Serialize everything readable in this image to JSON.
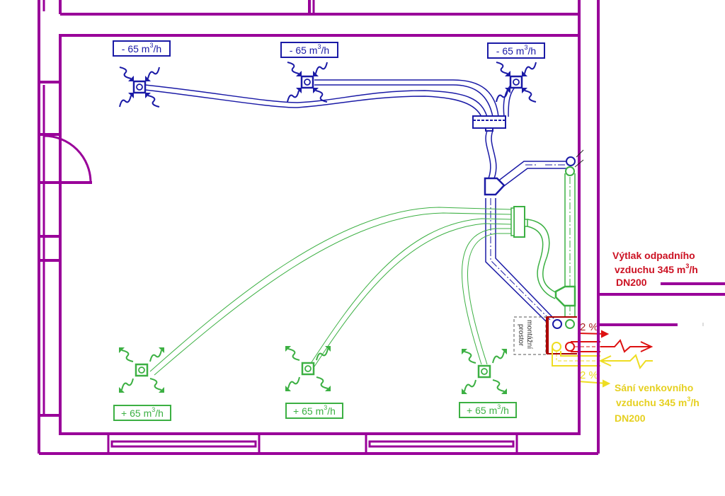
{
  "colors": {
    "wall": "#990099",
    "exhaust": "#1a1aa6",
    "supply": "#3cb043",
    "waste_air": "#dd1111",
    "unit_frame": "#aa0000",
    "fresh_air": "#eedd22",
    "mount_box": "#555555"
  },
  "exhaust_valves": [
    {
      "sign": "- 65 m",
      "sup": "3",
      "unit": "/h"
    },
    {
      "sign": "- 65 m",
      "sup": "3",
      "unit": "/h"
    },
    {
      "sign": "- 65 m",
      "sup": "3",
      "unit": "/h"
    }
  ],
  "supply_valves": [
    {
      "sign": "+ 65 m",
      "sup": "3",
      "unit": "/h"
    },
    {
      "sign": "+ 65 m",
      "sup": "3",
      "unit": "/h"
    },
    {
      "sign": "+ 65 m",
      "sup": "3",
      "unit": "/h"
    }
  ],
  "waste_air_label": {
    "line1": "Výtlak odpadního",
    "line2a": "vzduchu  345 m",
    "line2sup": "3",
    "line2b": "/h",
    "line3": "DN200"
  },
  "fresh_air_label": {
    "line1": "Sání venkovního",
    "line2a": "vzduchu  345 m",
    "line2sup": "3",
    "line2b": "/h",
    "line3": "DN200"
  },
  "slope_waste": "2 %",
  "slope_fresh": "2 %",
  "mount_space": {
    "line1": "montážní",
    "line2": "prostor"
  }
}
